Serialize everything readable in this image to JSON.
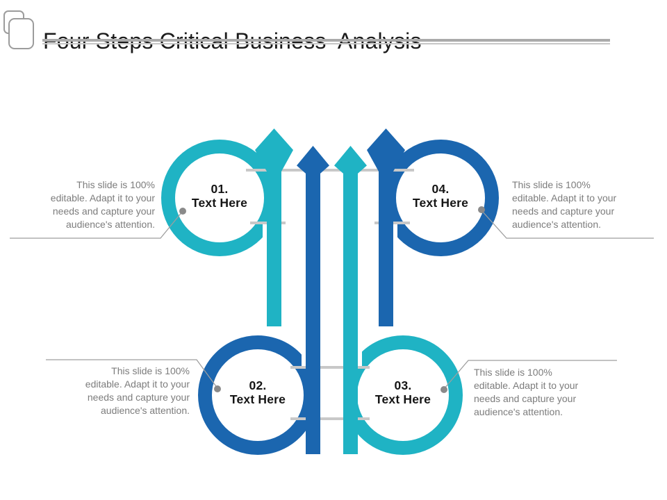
{
  "slide": {
    "title": "Four Steps Critical Business  Analysis"
  },
  "colors": {
    "teal": "#1fb3c4",
    "blue": "#1b66af",
    "dash_gray": "#c8c8c8",
    "leader_line_gray": "#9e9e9e",
    "leader_dot_gray": "#8a8a8a",
    "description_gray": "#7c7c7c",
    "title_black": "#1b1b1b"
  },
  "logo": {
    "icon": "overlapping-rounded-squares-logo-icon"
  },
  "steps": [
    {
      "number": "01.",
      "label": "Text Here",
      "color": "teal",
      "position": "top-left",
      "description": "This slide is 100%\neditable. Adapt it to your\nneeds and capture your\naudience's attention."
    },
    {
      "number": "02.",
      "label": "Text Here",
      "color": "blue",
      "position": "bottom-left",
      "description": "This slide is 100%\neditable. Adapt it to your\nneeds and capture your\naudience's attention."
    },
    {
      "number": "03.",
      "label": "Text Here",
      "color": "teal",
      "position": "bottom-right",
      "description": "This slide is 100%\neditable. Adapt it to your\nneeds and capture your\naudience's attention."
    },
    {
      "number": "04.",
      "label": "Text Here",
      "color": "blue",
      "position": "top-right",
      "description": "This slide is 100%\neditable. Adapt it to your\nneeds and capture your\naudience's attention."
    }
  ]
}
